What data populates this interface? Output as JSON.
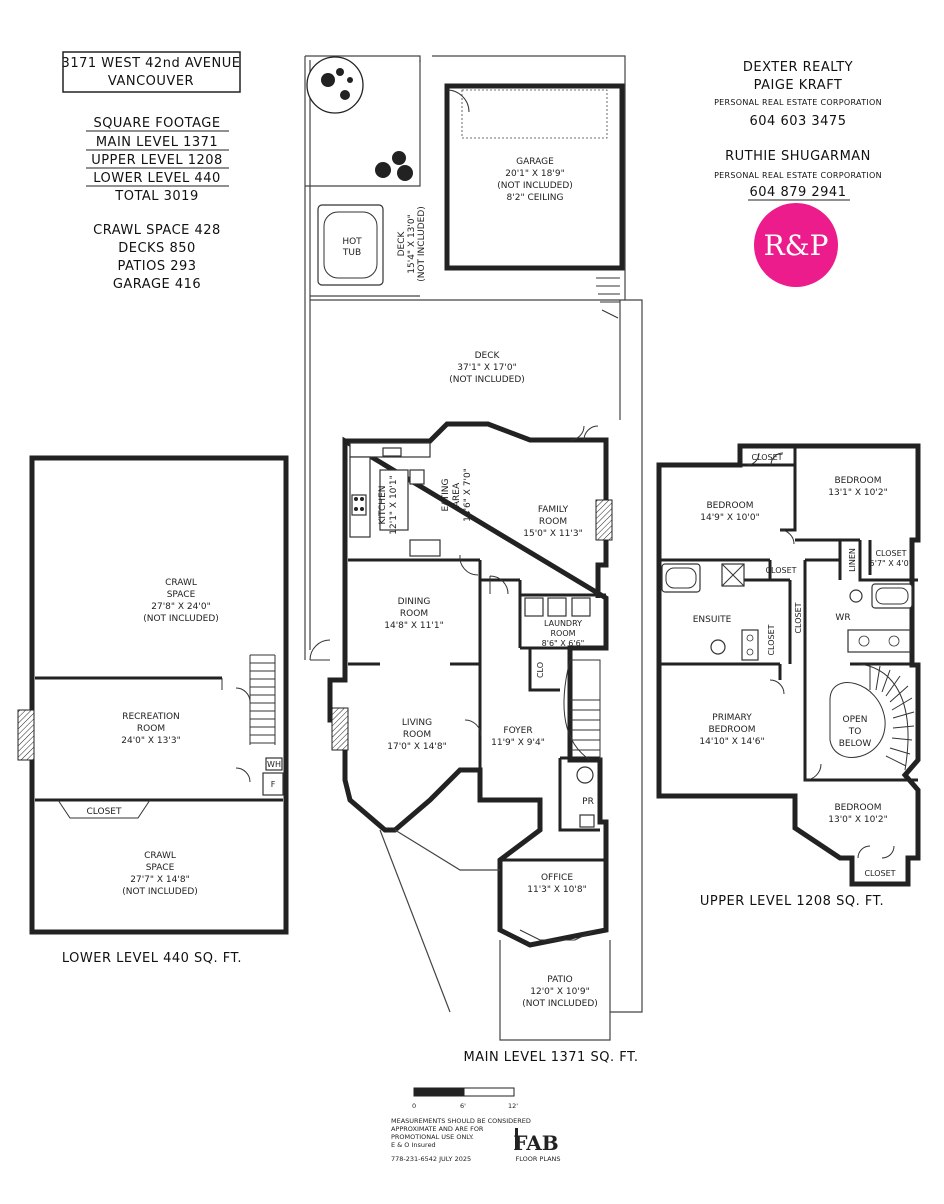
{
  "address": {
    "street": "3171 WEST 42nd AVENUE",
    "city": "VANCOUVER"
  },
  "square_footage": {
    "heading": "SQUARE FOOTAGE",
    "main": "MAIN LEVEL 1371",
    "upper": "UPPER LEVEL 1208",
    "lower": "LOWER LEVEL 440",
    "total": "TOTAL 3019"
  },
  "extras": {
    "crawl": "CRAWL SPACE 428",
    "decks": "DECKS 850",
    "patios": "PATIOS 293",
    "garage": "GARAGE 416"
  },
  "agency": {
    "name": "DEXTER REALTY",
    "agent1": "PAIGE KRAFT",
    "agent1_corp": "PERSONAL REAL ESTATE CORPORATION",
    "agent1_phone": "604 603 3475",
    "agent2": "RUTHIE SHUGARMAN",
    "agent2_corp": "PERSONAL REAL ESTATE CORPORATION",
    "agent2_phone": "604 879 2941",
    "logo_text": "R&P",
    "logo_color": "#ec1c8c"
  },
  "levels": {
    "main": "MAIN LEVEL 1371 SQ. FT.",
    "upper": "UPPER LEVEL 1208 SQ. FT.",
    "lower": "LOWER LEVEL 440 SQ. FT."
  },
  "rooms": {
    "garage": [
      "GARAGE",
      "20'1\" X 18'9\"",
      "(NOT INCLUDED)",
      "8'2\" CEILING"
    ],
    "hot_tub": [
      "HOT",
      "TUB"
    ],
    "deck_small": [
      "DECK",
      "15'4\" X 13'0\"",
      "(NOT INCLUDED)"
    ],
    "deck_main": [
      "DECK",
      "37'1\" X 17'0\"",
      "(NOT INCLUDED)"
    ],
    "kitchen": [
      "KITCHEN",
      "12'1\" X 10'1\""
    ],
    "eating": [
      "EATING",
      "AREA",
      "14'6\" X 7'0\""
    ],
    "family": [
      "FAMILY",
      "ROOM",
      "15'0\" X 11'3\""
    ],
    "dining": [
      "DINING",
      "ROOM",
      "14'8\" X 11'1\""
    ],
    "laundry": [
      "LAUNDRY",
      "ROOM",
      "8'6\" X 6'6\""
    ],
    "clo": "CLO",
    "living": [
      "LIVING",
      "ROOM",
      "17'0\" X 14'8\""
    ],
    "foyer": [
      "FOYER",
      "11'9\" X 9'4\""
    ],
    "pr": "PR",
    "office": [
      "OFFICE",
      "11'3\" X 10'8\""
    ],
    "patio": [
      "PATIO",
      "12'0\" X 10'9\"",
      "(NOT INCLUDED)"
    ],
    "crawl_upper": [
      "CRAWL",
      "SPACE",
      "27'8\" X 24'0\"",
      "(NOT INCLUDED)"
    ],
    "recreation": [
      "RECREATION",
      "ROOM",
      "24'0\" X 13'3\""
    ],
    "wh": "WH",
    "f": "F",
    "closet_lower": "CLOSET",
    "crawl_lower": [
      "CRAWL",
      "SPACE",
      "27'7\" X 14'8\"",
      "(NOT INCLUDED)"
    ],
    "closet_top": "CLOSET",
    "bedroom1": [
      "BEDROOM",
      "14'9\" X 10'0\""
    ],
    "bedroom2": [
      "BEDROOM",
      "13'1\" X 10'2\""
    ],
    "linen": "LINEN",
    "closet_r": [
      "CLOSET",
      "5'7\" X 4'0\""
    ],
    "closet_ens": "CLOSET",
    "closet_v1": "CLOSET",
    "closet_v2": "CLOSET",
    "ensuite": "ENSUITE",
    "wr": "WR",
    "primary": [
      "PRIMARY",
      "BEDROOM",
      "14'10\" X 14'6\""
    ],
    "open_below": [
      "OPEN",
      "TO",
      "BELOW"
    ],
    "bedroom3": [
      "BEDROOM",
      "13'0\" X 10'2\""
    ],
    "closet_bot": "CLOSET"
  },
  "scale": {
    "labels": [
      "0",
      "6'",
      "12'"
    ]
  },
  "disclaimer": {
    "line1": "MEASUREMENTS SHOULD BE CONSIDERED",
    "line2": "APPROXIMATE AND ARE FOR",
    "line3": "PROMOTIONAL USE ONLY.",
    "line4": "E & O Insured",
    "line5": "778-231-6542  JULY 2025"
  },
  "fab": {
    "logo": "FAB",
    "sub": "FLOOR PLANS"
  }
}
